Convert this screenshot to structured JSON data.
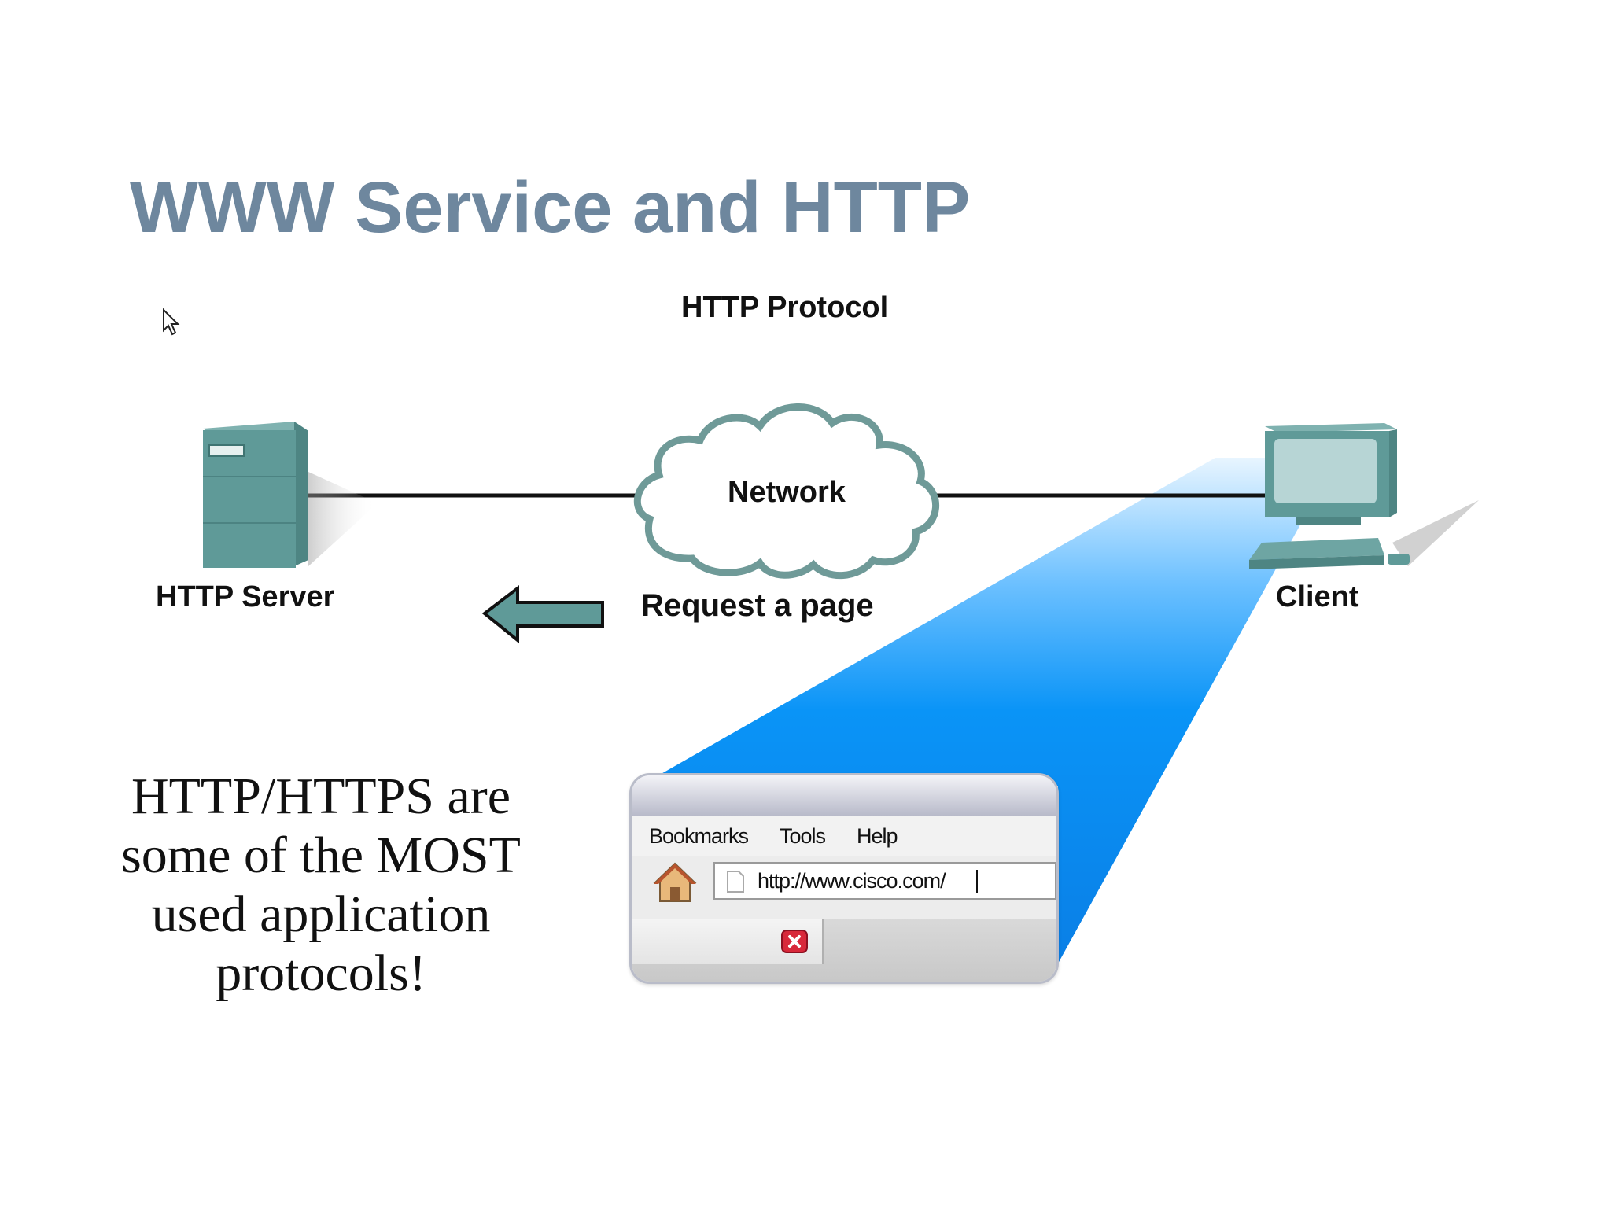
{
  "slide": {
    "title": "WWW Service and HTTP",
    "diagram_title": "HTTP Protocol",
    "server_label": "HTTP Server",
    "network_label": "Network",
    "request_label": "Request a page",
    "client_label": "Client",
    "note_lines": [
      "HTTP/HTTPS are",
      "some of the MOST",
      "used application",
      "protocols!"
    ]
  },
  "browser": {
    "menu": [
      "Bookmarks",
      "Tools",
      "Help"
    ],
    "address": "http://www.cisco.com/"
  },
  "colors": {
    "title": "#6e879e",
    "device_teal": "#5f9a98",
    "beam_blue": "#0a8ef0",
    "cloud_outline": "#6f9a98"
  },
  "icons": [
    "cursor-icon",
    "server-icon",
    "cloud-icon",
    "left-arrow-icon",
    "computer-icon",
    "home-icon",
    "page-icon",
    "stop-icon"
  ]
}
